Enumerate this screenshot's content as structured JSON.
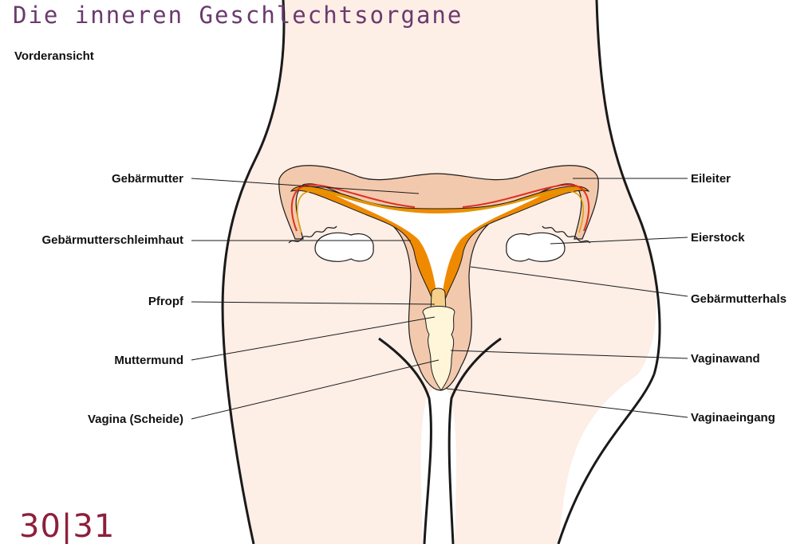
{
  "title": "Die inneren Geschlechtsorgane",
  "subtitle": "Vorderansicht",
  "page_number": "30|31",
  "colors": {
    "skin": "#fdeee6",
    "tissue": "#f3c9ae",
    "endometrium": "#ef8a00",
    "tube_red": "#e0301e",
    "plug": "#f6d08a",
    "vagina_inner": "#fff6d9",
    "outline": "#1a1a1a",
    "title": "#6b3a6e",
    "page_number": "#8d1f3c"
  },
  "labels": {
    "gebaermutter": "Gebärmutter",
    "schleimhaut": "Gebärmutterschleimhaut",
    "pfropf": "Pfropf",
    "muttermund": "Muttermund",
    "vagina": "Vagina (Scheide)",
    "eileiter": "Eileiter",
    "eierstock": "Eierstock",
    "gebaermutterhals": "Gebärmutterhals",
    "vaginawand": "Vaginawand",
    "vaginaeingang": "Vaginaeingang"
  }
}
